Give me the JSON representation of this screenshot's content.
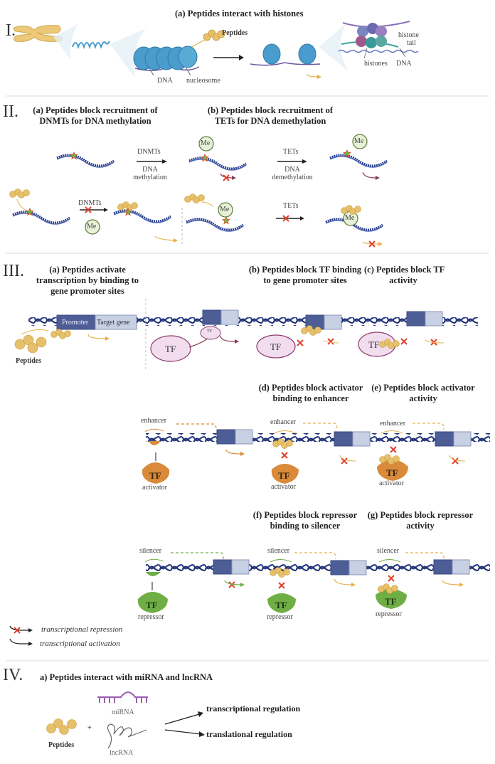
{
  "colors": {
    "dna_dark": "#2b3f8a",
    "dna_light": "#4e66b5",
    "nucleosome": "#4a9ccc",
    "peptide": "#e6c06a",
    "peptide_stroke": "#c99b3a",
    "me_fill": "#e8f1d8",
    "me_stroke": "#5c7a3a",
    "methyl_star": "#d9532b",
    "methyl_star_center": "#5cc24a",
    "repress_x": "#e0402f",
    "arrow_maroon": "#8a3a55",
    "arrow_gold": "#e6b04a",
    "tf_pink_fill": "#f1ddee",
    "tf_pink_stroke": "#8a3a70",
    "promoter": "#4d5d96",
    "target_gene": "#c8d0e4",
    "activator": "#d98a3a",
    "repressor": "#6fae45",
    "mirna": "#9a5cb0",
    "separator": "#eeeeee"
  },
  "section1": {
    "numeral": "I.",
    "title": "(a) Peptides interact with histones",
    "labels": {
      "peptides": "Peptides",
      "dna": "DNA",
      "nucleosome": "nucleosome",
      "histone_tail": "histone tail",
      "histone_tail_line1": "histone",
      "histone_tail_line2": "tail",
      "histones": "histones",
      "dna2": "DNA"
    }
  },
  "section2": {
    "numeral": "II.",
    "panel_a_title_line1": "(a) Peptides block recruitment of",
    "panel_a_title_line2": "DNMTs for DNA methylation",
    "panel_b_title_line1": "(b) Peptides block recruitment of",
    "panel_b_title_line2": "TETs for DNA demethylation",
    "dnmts": "DNMTs",
    "dna_methylation_line1": "DNA",
    "dna_methylation_line2": "methylation",
    "tets": "TETs",
    "dna_demethylation_line1": "DNA",
    "dna_demethylation_line2": "demethylation",
    "me": "Me"
  },
  "section3": {
    "numeral": "III.",
    "panel_a_title": [
      "(a) Peptides activate",
      "transcription by binding to",
      "gene promoter sites"
    ],
    "panel_b_title": [
      "(b) Peptides block TF binding",
      "to gene promoter sites"
    ],
    "panel_c_title": [
      "(c) Peptides block TF",
      "activity"
    ],
    "panel_d_title": [
      "(d) Peptides block activator",
      "binding to enhancer"
    ],
    "panel_e_title": [
      "(e) Peptides block activator",
      "activity"
    ],
    "panel_f_title": [
      "(f) Peptides block repressor",
      "binding to silencer"
    ],
    "panel_g_title": [
      "(g) Peptides block repressor",
      "activity"
    ],
    "promoter": "Promoter",
    "target_gene": "Target gene",
    "peptides": "Peptides",
    "tf": "TF",
    "tf_small": "TF",
    "enhancer": "enhancer",
    "silencer": "silencer",
    "activator": "activator",
    "repressor": "repressor",
    "legend": {
      "repression": "transcriptional repression",
      "activation": "transcriptional activation"
    }
  },
  "section4": {
    "numeral": "IV.",
    "title": "a) Peptides interact with miRNA and lncRNA",
    "peptides": "Peptides",
    "plus": "+",
    "mirna": "miRNA",
    "lncrna": "lncRNA",
    "outcome1": "transcriptional regulation",
    "outcome2": "translational regulation"
  }
}
